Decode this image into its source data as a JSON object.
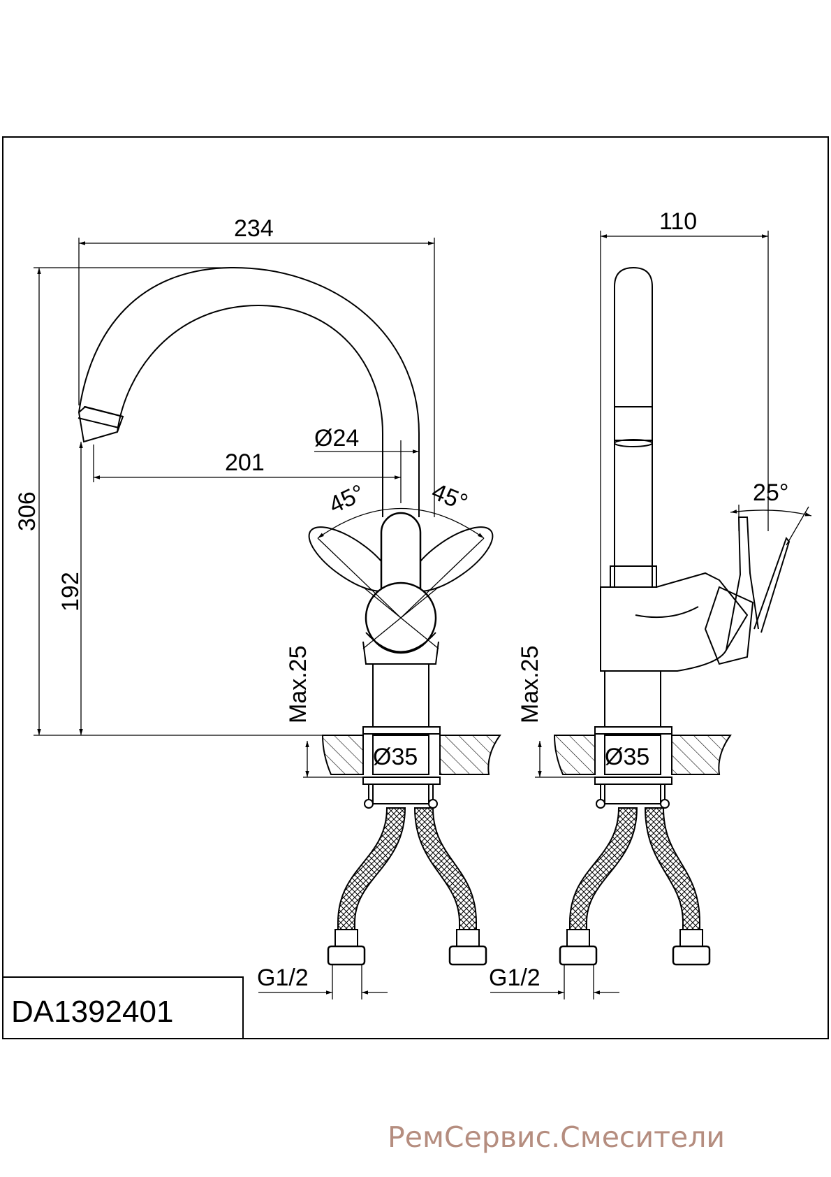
{
  "model_code": "DA1392401",
  "watermark": "РемСервис.Смесители",
  "front_view": {
    "dim_total_width": "234",
    "dim_spout_reach": "201",
    "dim_spout_diameter": "Ø24",
    "dim_total_height": "306",
    "dim_spout_height": "192",
    "dim_angle_left": "45°",
    "dim_angle_right": "45°",
    "dim_max_thickness": "Max.25",
    "dim_hole": "Ø35",
    "dim_thread": "G1/2"
  },
  "side_view": {
    "dim_depth": "110",
    "dim_angle": "25°",
    "dim_max_thickness": "Max.25",
    "dim_hole": "Ø35",
    "dim_thread": "G1/2"
  }
}
